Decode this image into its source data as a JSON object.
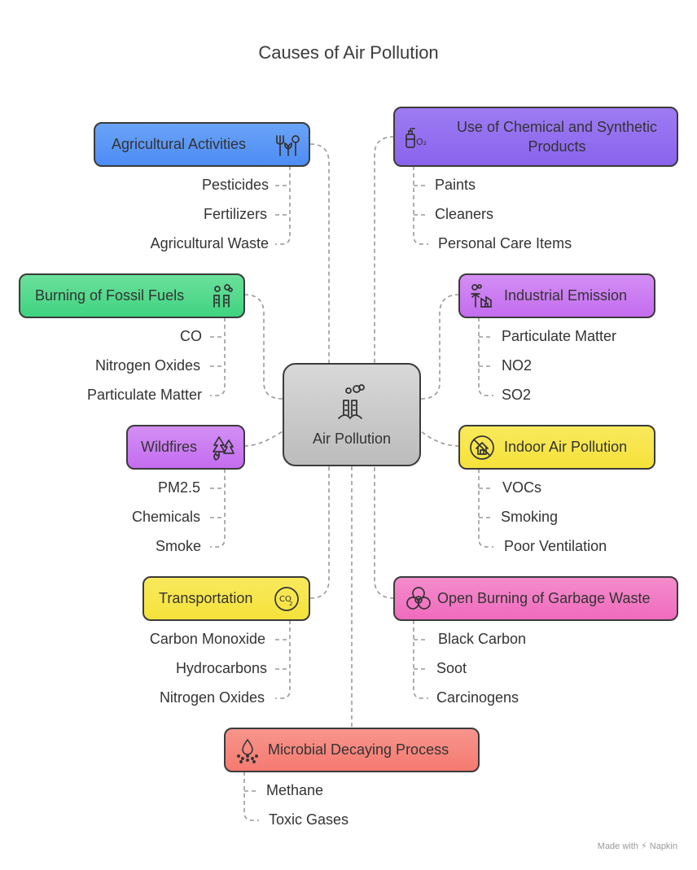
{
  "title": "Causes of Air Pollution",
  "center": {
    "label": "Air Pollution",
    "icon": "smoke-factory-icon"
  },
  "causes": [
    {
      "id": "agriculture",
      "label": "Agricultural Activities",
      "icon": "fork-plant-icon",
      "color": "#4d8cf5",
      "items": [
        "Pesticides",
        "Fertilizers",
        "Agricultural Waste"
      ]
    },
    {
      "id": "chemical",
      "label_line1": "Use of Chemical and Synthetic",
      "label_line2": "Products",
      "icon": "spray-o2-icon",
      "color": "#8a63ee",
      "items": [
        "Paints",
        "Cleaners",
        "Personal Care Items"
      ]
    },
    {
      "id": "fossil",
      "label": "Burning of Fossil Fuels",
      "icon": "factory-smoke-icon",
      "color": "#3fd381",
      "items": [
        "CO",
        "Nitrogen Oxides",
        "Particulate Matter"
      ]
    },
    {
      "id": "industrial",
      "label": "Industrial Emission",
      "icon": "industry-icon",
      "color": "#c46cf0",
      "items": [
        "Particulate Matter",
        "NO2",
        "SO2"
      ]
    },
    {
      "id": "wildfires",
      "label": "Wildfires",
      "icon": "forest-fire-icon",
      "color": "#c46cf0",
      "items": [
        "PM2.5",
        "Chemicals",
        "Smoke"
      ]
    },
    {
      "id": "indoor",
      "label": "Indoor Air Pollution",
      "icon": "house-no-air-icon",
      "color": "#f6e23a",
      "items": [
        "VOCs",
        "Smoking",
        "Poor Ventilation"
      ]
    },
    {
      "id": "transport",
      "label": "Transportation",
      "icon": "co2-icon",
      "color": "#f6e23a",
      "items": [
        "Carbon Monoxide",
        "Hydrocarbons",
        "Nitrogen Oxides"
      ]
    },
    {
      "id": "garbage",
      "label": "Open Burning of Garbage Waste",
      "icon": "biohazard-icon",
      "color": "#f06bbd",
      "items": [
        "Black Carbon",
        "Soot",
        "Carcinogens"
      ]
    },
    {
      "id": "microbial",
      "label": "Microbial Decaying Process",
      "icon": "droplet-spores-icon",
      "color": "#f57a70",
      "items": [
        "Methane",
        "Toxic Gases"
      ]
    }
  ],
  "footer": "Made with  ⚡ Napkin"
}
